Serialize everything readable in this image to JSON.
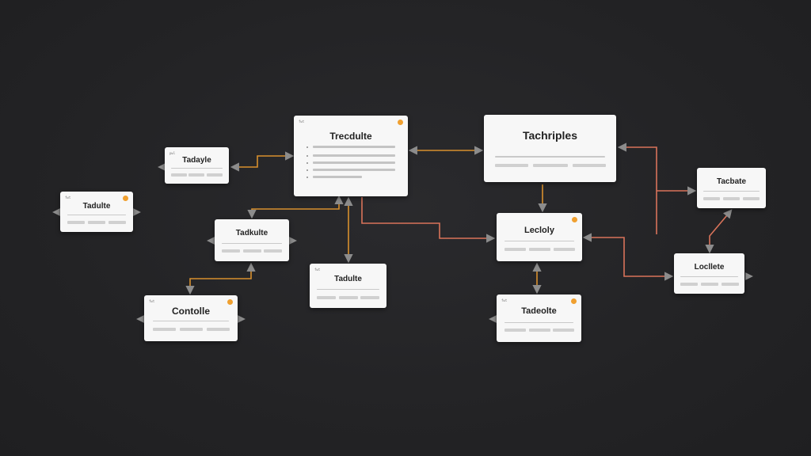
{
  "nodes": {
    "main": {
      "tag": "fwt",
      "title": "Trecdulte"
    },
    "primary_right": {
      "title": "Tachriples"
    },
    "top_left": {
      "tag": "pwl",
      "title": "Tadayle"
    },
    "far_left": {
      "tag": "fwt",
      "title": "Tadulte"
    },
    "mid_left": {
      "title": "Tadkulte"
    },
    "bottom_left": {
      "tag": "fwt",
      "title": "Contolle"
    },
    "center_bottom": {
      "tag": "fwt",
      "title": "Tadulte"
    },
    "center_right": {
      "title": "Lecloly"
    },
    "bottom_right_center": {
      "tag": "fwt",
      "title": "Tadeolte"
    },
    "right_top": {
      "title": "Tacbate"
    },
    "right_bottom": {
      "title": "Locllete"
    }
  },
  "colors": {
    "background": "#242426",
    "node_fill": "#f7f7f7",
    "accent_orange": "#d8902e",
    "accent_salmon": "#d9735a",
    "arrow_gray": "#8c8c8c",
    "status_dot": "#f0a030"
  }
}
